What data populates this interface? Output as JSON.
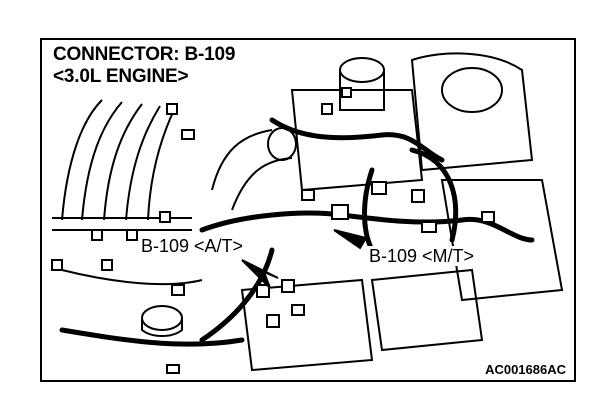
{
  "diagram": {
    "title_line1": "CONNECTOR: B-109",
    "title_line2": "<3.0L ENGINE>",
    "label_at": "B-109 <A/T>",
    "label_mt": "B-109 <M/T>",
    "figure_code": "AC001686AC"
  }
}
